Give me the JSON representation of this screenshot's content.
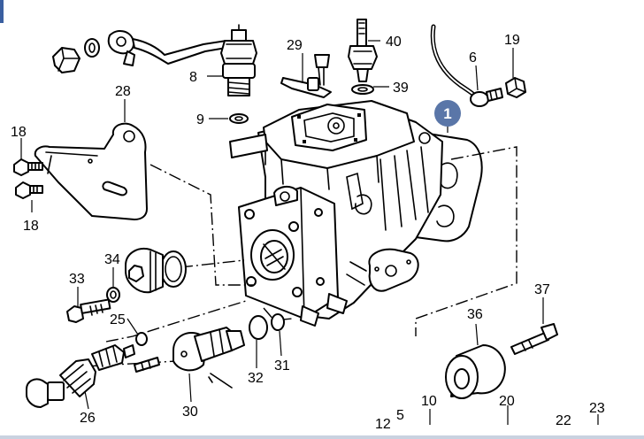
{
  "diagram": {
    "marker": {
      "label": "1",
      "color": "#5a76a8"
    },
    "callouts": [
      {
        "id": "c8",
        "text": "8"
      },
      {
        "id": "c9",
        "text": "9"
      },
      {
        "id": "c29",
        "text": "29"
      },
      {
        "id": "c40",
        "text": "40"
      },
      {
        "id": "c39",
        "text": "39"
      },
      {
        "id": "c6",
        "text": "6"
      },
      {
        "id": "c19",
        "text": "19"
      },
      {
        "id": "c28",
        "text": "28"
      },
      {
        "id": "c18a",
        "text": "18"
      },
      {
        "id": "c18b",
        "text": "18"
      },
      {
        "id": "c33",
        "text": "33"
      },
      {
        "id": "c34",
        "text": "34"
      },
      {
        "id": "c25",
        "text": "25"
      },
      {
        "id": "c26",
        "text": "26"
      },
      {
        "id": "c30",
        "text": "30"
      },
      {
        "id": "c32",
        "text": "32"
      },
      {
        "id": "c31",
        "text": "31"
      },
      {
        "id": "c36",
        "text": "36"
      },
      {
        "id": "c37",
        "text": "37"
      },
      {
        "id": "c10",
        "text": "10"
      },
      {
        "id": "c12",
        "text": "12"
      },
      {
        "id": "c5",
        "text": "5"
      },
      {
        "id": "c20",
        "text": "20"
      },
      {
        "id": "c22",
        "text": "22"
      },
      {
        "id": "c23",
        "text": "23"
      }
    ]
  }
}
